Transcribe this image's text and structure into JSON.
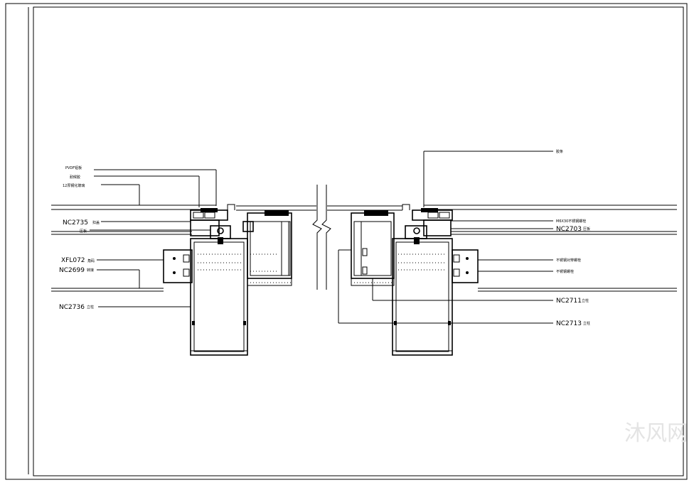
{
  "drawing": {
    "left_labels": {
      "top1": "PVDF铝板",
      "top2": "耐候胶",
      "glass": "12厚钢化玻璃",
      "nc2735": "NC2735",
      "nc2735_note": "扣盖",
      "under_nc2735": "压板",
      "xfl072": "XFL072",
      "xfl072_note": "角码",
      "nc2699": "NC2699",
      "nc2699_note": "转接",
      "nc2736": "NC2736",
      "nc2736_note": "立柱"
    },
    "right_labels": {
      "top": "胶条",
      "bolt1": "M6X30不锈钢螺栓",
      "nc2703": "NC2703",
      "nc2703_note": "压板",
      "bolt2": "不锈钢对穿螺栓",
      "bolt2b": "不锈钢螺栓",
      "nc2711": "NC2711",
      "nc2711_note": "立柱",
      "nc2713": "NC2713",
      "nc2713_note": "立柱"
    },
    "watermark": "沐风网"
  }
}
